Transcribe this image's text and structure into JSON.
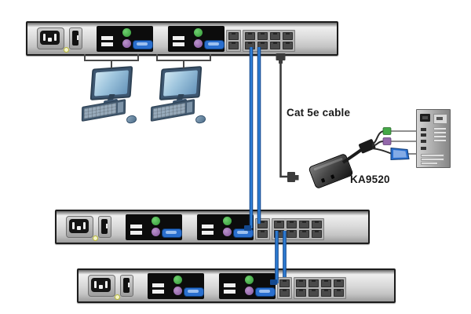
{
  "title": "KVM switch daisy-chain installation diagram",
  "labels": {
    "cable": "Cat 5e cable",
    "adapter": "KA9520"
  },
  "colors": {
    "device_border": "#1c1c1c",
    "chain_cable": "#2f7fd6",
    "chain_cable_dark": "#14498f",
    "cat5e_cable": "#3c3c3c",
    "ps2_mouse_green": "#44a847",
    "ps2_keyboard_purple": "#9468ab",
    "vga_blue": "#2a6fce"
  },
  "devices": {
    "top_switch": {
      "name": "KVM switch rear panel (first unit)",
      "console_modules": 2,
      "chain_ports": 2,
      "kvm_ports": 8
    },
    "middle_switch": {
      "name": "KVM switch rear panel (second unit)",
      "console_modules": 2,
      "chain_ports": 2,
      "kvm_ports": 8
    },
    "bottom_switch": {
      "name": "KVM switch rear panel (third unit)",
      "console_modules": 2,
      "chain_ports": 2,
      "kvm_ports": 8
    },
    "workstation_count": 2,
    "adapter": {
      "model": "KA9520",
      "connectors": [
        "PS/2 mouse",
        "PS/2 keyboard",
        "VGA"
      ]
    },
    "server": {
      "name": "computer tower (rear view)"
    }
  }
}
